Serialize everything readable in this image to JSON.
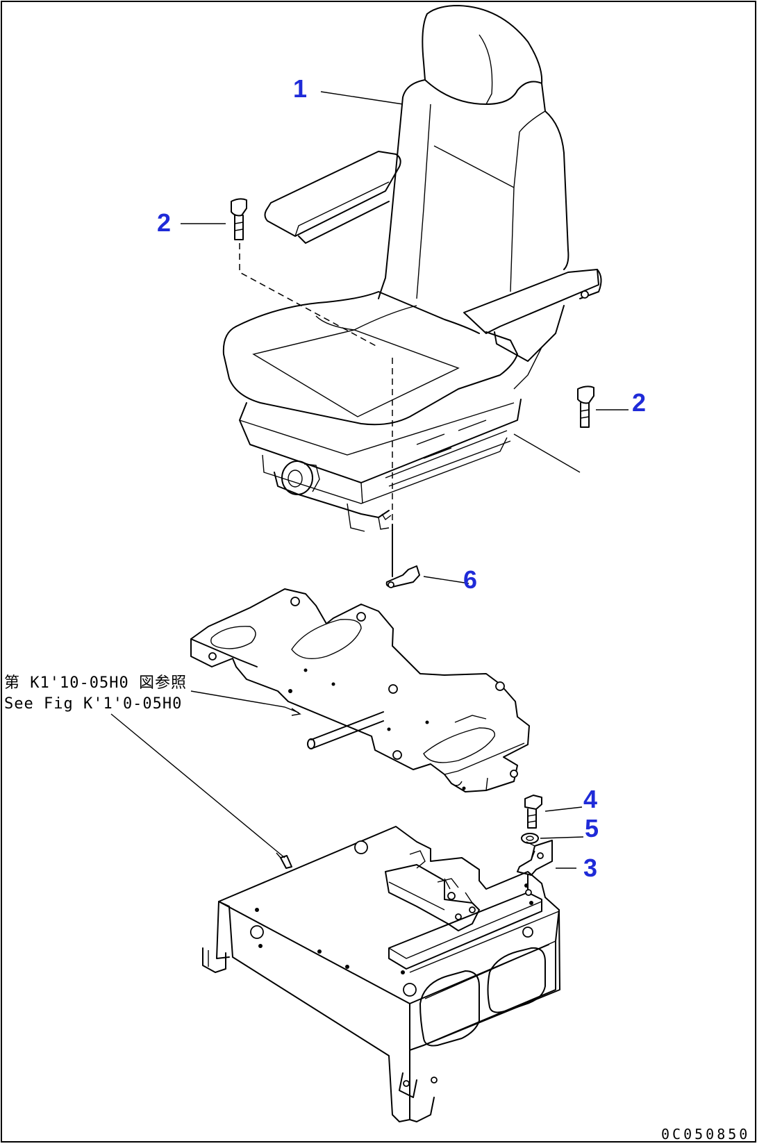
{
  "callouts": {
    "c1": "1",
    "c2a": "2",
    "c2b": "2",
    "c3": "3",
    "c4": "4",
    "c5": "5",
    "c6": "6"
  },
  "reference": {
    "jp": "第 K1'10-05H0 図参照",
    "en": "See Fig K'1'0-05H0"
  },
  "drawing_code": "0C050850"
}
